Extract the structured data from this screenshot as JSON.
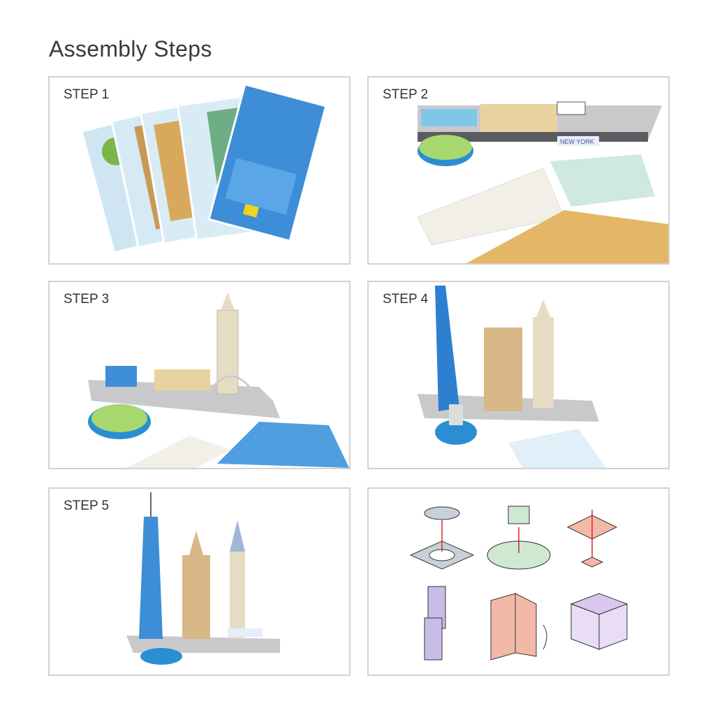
{
  "title": "Assembly Steps",
  "steps": [
    {
      "label": "STEP 1"
    },
    {
      "label": "STEP 2"
    },
    {
      "label": "STEP 3"
    },
    {
      "label": "STEP 4"
    },
    {
      "label": "STEP 5"
    }
  ],
  "model_sign": "NEW YORK"
}
